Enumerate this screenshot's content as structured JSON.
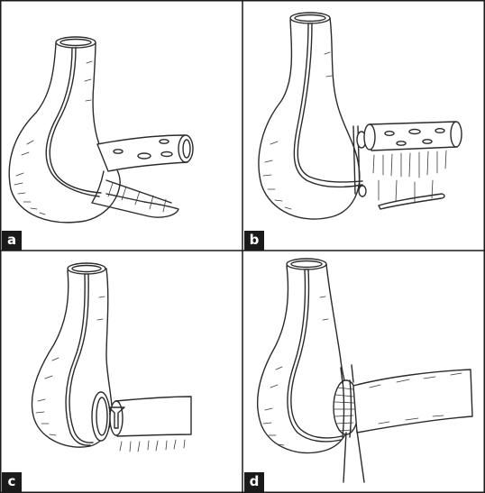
{
  "panels": [
    {
      "id": "a",
      "label": "a"
    },
    {
      "id": "b",
      "label": "b"
    },
    {
      "id": "c",
      "label": "c"
    },
    {
      "id": "d",
      "label": "d"
    }
  ],
  "colors": {
    "border": "#1a1a1a",
    "ink": "#2b2b2b",
    "label_bg": "#1a1a1a",
    "label_text": "#ffffff",
    "background": "#ffffff"
  }
}
